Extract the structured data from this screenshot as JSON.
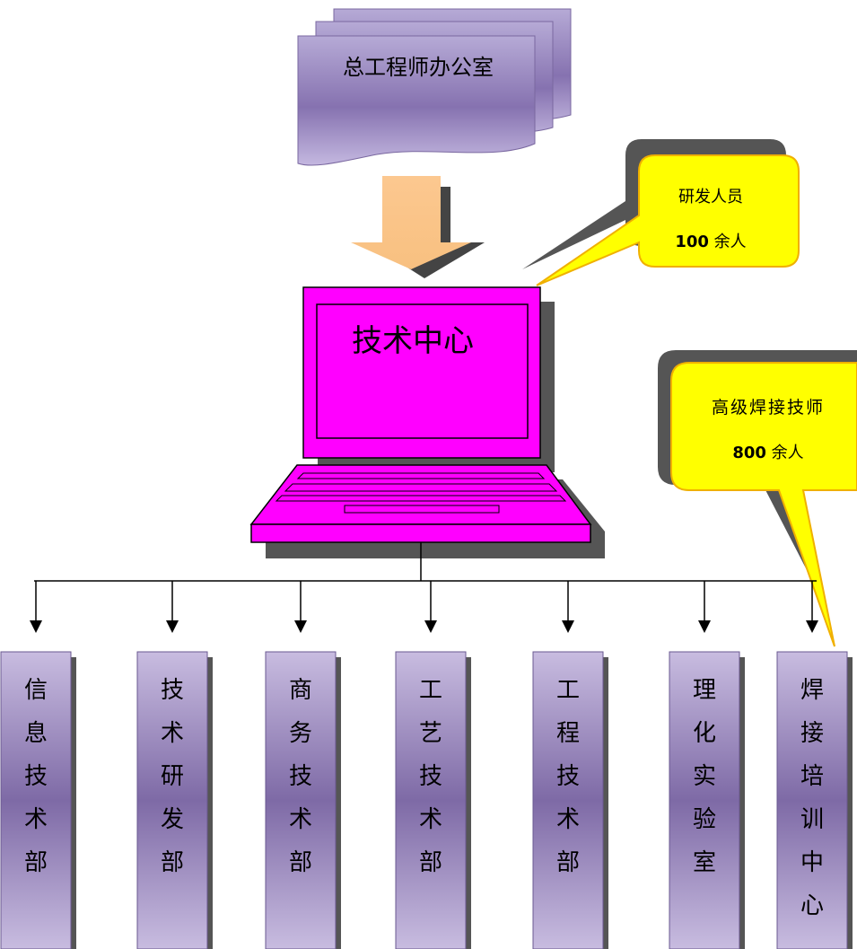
{
  "office": {
    "label": "总工程师办公室"
  },
  "center": {
    "label": "技术中心"
  },
  "callout_rd": {
    "line1": "研发人员",
    "line2_num": "100",
    "line2_text": " 余人"
  },
  "callout_welders": {
    "line1": "高级焊接技师",
    "line2_num": "800",
    "line2_text": " 余人"
  },
  "departments": [
    {
      "label": "信息技术部"
    },
    {
      "label": "技术研发部"
    },
    {
      "label": "商务技术部"
    },
    {
      "label": "工艺技术部"
    },
    {
      "label": "工程技术部"
    },
    {
      "label": "理化实验室"
    },
    {
      "label": "焊接培训中心"
    }
  ],
  "colors": {
    "department_fill": "#a898c8",
    "office_fill": "#9c8cc4",
    "laptop_fill": "#ff00ff",
    "callout_fill": "#ffff00",
    "arrow_fill": "#fcc890"
  }
}
